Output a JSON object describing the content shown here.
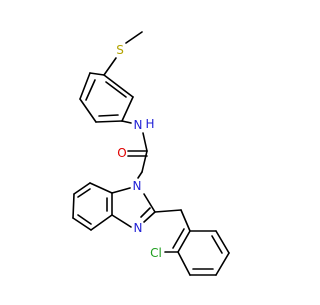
{
  "molecule": {
    "atom_labels": {
      "sulfur": "S",
      "amide_nitrogen": "N",
      "amide_hydrogen": "H",
      "carbonyl_oxygen": "O",
      "imidazole_n1": "N",
      "imidazole_n3": "N",
      "chlorine": "Cl"
    }
  },
  "colors": {
    "bond": "#000000",
    "sulfur": "#b3a300",
    "nitrogen": "#1f1fd6",
    "oxygen": "#e00000",
    "chlorine": "#1e9e1e",
    "background": "#ffffff"
  }
}
